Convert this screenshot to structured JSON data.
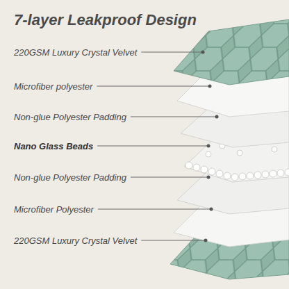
{
  "diagram": {
    "title": "7-layer Leakproof Design",
    "labels": [
      "220GSM Luxury Crystal Velvet",
      "Microfiber polyester",
      "Non-glue Polyester Padding",
      "Nano Glass Beads",
      "Non-glue Polyester Padding",
      "Microfiber Polyester",
      "220GSM Luxury Crystal Velvet"
    ]
  }
}
